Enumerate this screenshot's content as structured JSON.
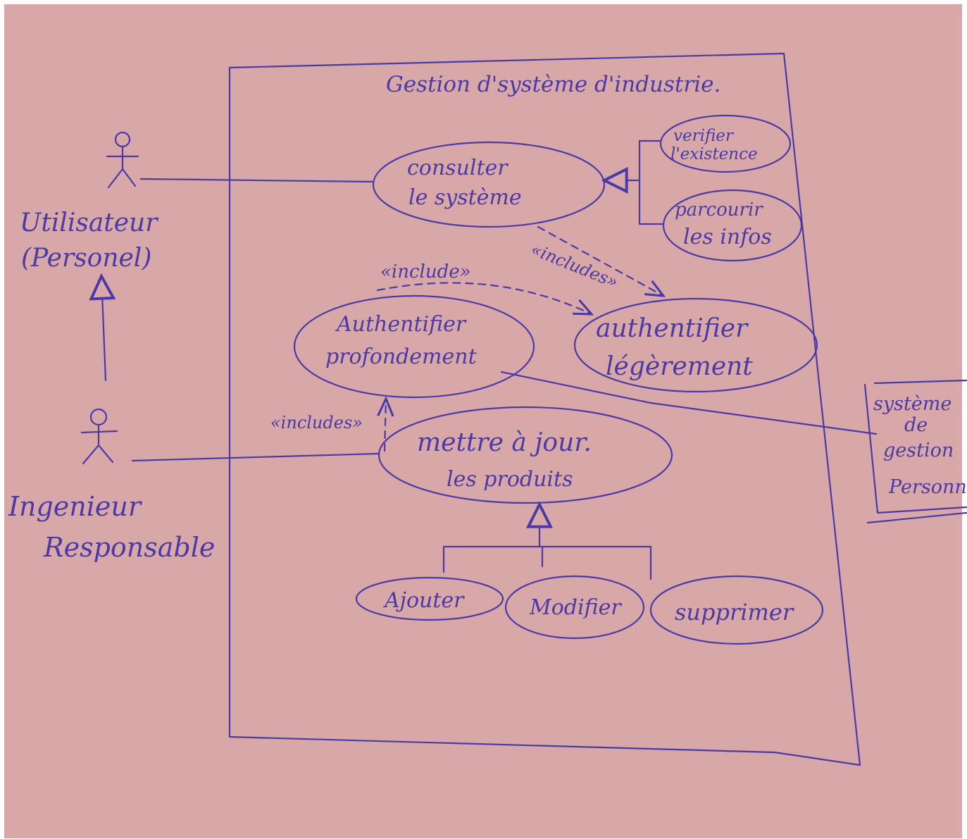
{
  "diagram": {
    "system_title": "Gestion d'système d'industrie.",
    "actors": {
      "user": {
        "line1": "Utilisateur",
        "line2": "(Personel)"
      },
      "engineer": {
        "line1": "Ingenieur",
        "line2": "Responsable"
      },
      "external": {
        "line1": "système",
        "line2": "de",
        "line3": "gestion",
        "line4": "Personne"
      }
    },
    "use_cases": {
      "consult": {
        "line1": "consulter",
        "line2": "le système"
      },
      "verify": {
        "line1": "verifier",
        "line2": "l'existence"
      },
      "browse": {
        "line1": "parcourir",
        "line2": "les infos"
      },
      "auth_deep": {
        "line1": "Authentifier",
        "line2": "profondement"
      },
      "auth_light": {
        "line1": "authentifier",
        "line2": "légèrement"
      },
      "update": {
        "line1": "mettre à jour.",
        "line2": "les produits"
      },
      "add": {
        "label": "Ajouter"
      },
      "modify": {
        "label": "Modifier"
      },
      "delete": {
        "label": "supprimer"
      }
    },
    "relations": {
      "include_top": "«include»",
      "include_mid": "«includes»",
      "include_left": "«includes»"
    },
    "colors": {
      "paper": "#d8a8a8",
      "ink": "#4b3aa6"
    }
  }
}
